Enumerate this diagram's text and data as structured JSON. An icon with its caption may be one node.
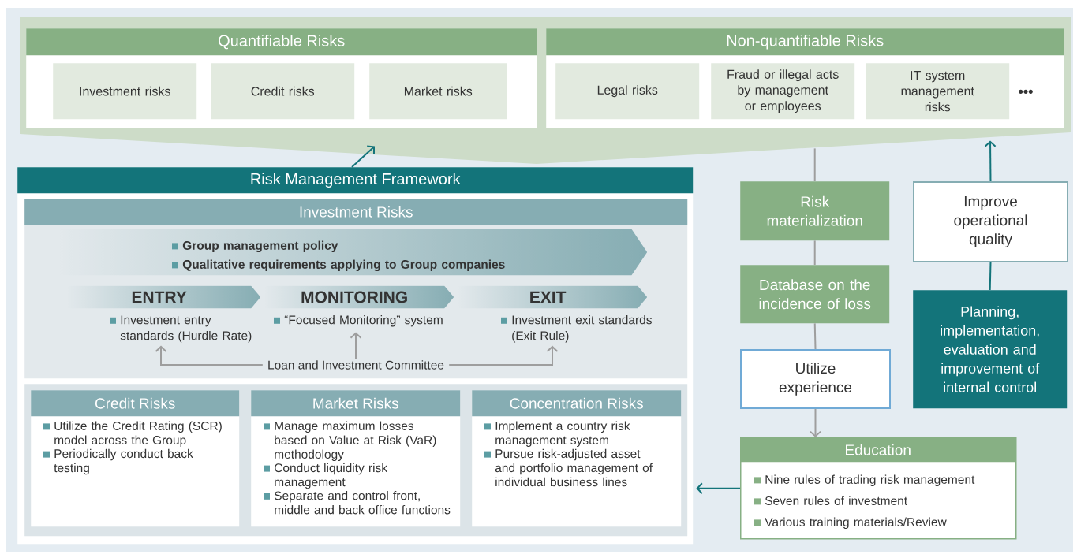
{
  "diagram": {
    "nodes": [
      {
        "text": [],
        "shape": "trapezoid"
      },
      {
        "text": [
          "Quantifiable Risks"
        ],
        "in": 0
      },
      {
        "text": [
          "Investment risks"
        ],
        "in": 1
      },
      {
        "text": [
          "Credit risks"
        ],
        "in": 1
      },
      {
        "text": [
          "Market risks"
        ],
        "in": 1
      },
      {
        "text": [
          "Non-quantifiable Risks"
        ],
        "in": 0
      },
      {
        "text": [
          "Legal risks"
        ],
        "in": 5
      },
      {
        "text": [
          "Fraud or illegal acts by management or employees"
        ],
        "in": 5
      },
      {
        "text": [
          "IT system management risks"
        ],
        "in": 5
      },
      {
        "text": [
          "Risk Management Framework"
        ]
      },
      {
        "text": [
          "Investment Risks"
        ],
        "in": 9
      },
      {
        "text": [
          "Group management policy",
          "Qualitative requirements applying to Group companies"
        ],
        "in": 10
      },
      {
        "text": [
          "ENTRY"
        ],
        "beside": [
          "Investment entry standards (Hurdle Rate)"
        ],
        "in": 10
      },
      {
        "text": [
          "MONITORING"
        ],
        "beside": [
          "“Focused Monitoring” system"
        ],
        "in": 10
      },
      {
        "text": [
          "EXIT"
        ],
        "beside": [
          "Investment exit standards (Exit Rule)"
        ],
        "in": 10
      },
      {
        "text": [
          "Loan and Investment Committee"
        ],
        "in": 10
      },
      {
        "text": [
          "Credit Risks",
          "Utilize the Credit Rating (SCR) model across the Group",
          "Periodically conduct back testing"
        ],
        "in": 9
      },
      {
        "text": [
          "Market Risks",
          "Manage maximum losses based on Value at Risk (VaR) methodology",
          "Conduct liquidity risk management",
          "Separate and control front, middle and back office functions"
        ],
        "in": 9
      },
      {
        "text": [
          "Concentration Risks",
          "Implement a country risk management system",
          "Pursue risk-adjusted asset and portfolio management of individual business lines"
        ],
        "in": 9
      },
      {
        "text": [
          "Risk materialization"
        ]
      },
      {
        "text": [
          "Database on the incidence of loss"
        ]
      },
      {
        "text": [
          "Utilize experience"
        ]
      },
      {
        "text": [
          "Education",
          "Nine rules of trading risk management",
          "Seven rules of investment",
          "Various training materials/Review"
        ]
      },
      {
        "text": [
          "Improve operational quality"
        ]
      },
      {
        "text": [
          "Planning, implementation, evaluation and improvement of internal control"
        ]
      }
    ],
    "edges": [
      {
        "from": 9,
        "to": 0,
        "arrow": "to",
        "color": "#13747a"
      },
      {
        "from": 0,
        "to": 19,
        "arrow": "none"
      },
      {
        "from": 19,
        "to": 20,
        "arrow": "none"
      },
      {
        "from": 20,
        "to": 21,
        "arrow": "none"
      },
      {
        "from": 21,
        "to": 22,
        "arrow": "to"
      },
      {
        "from": 22,
        "to": 9,
        "arrow": "to",
        "color": "#13747a"
      },
      {
        "from": 24,
        "to": 23,
        "arrow": "none",
        "color": "#13747a"
      },
      {
        "from": 23,
        "to": 0,
        "arrow": "to",
        "color": "#13747a"
      },
      {
        "from": 15,
        "to": 12,
        "arrow": "to"
      },
      {
        "from": 15,
        "to": 13,
        "arrow": "to"
      },
      {
        "from": 15,
        "to": 14,
        "arrow": "to"
      }
    ],
    "labels": [
      "•••"
    ]
  }
}
